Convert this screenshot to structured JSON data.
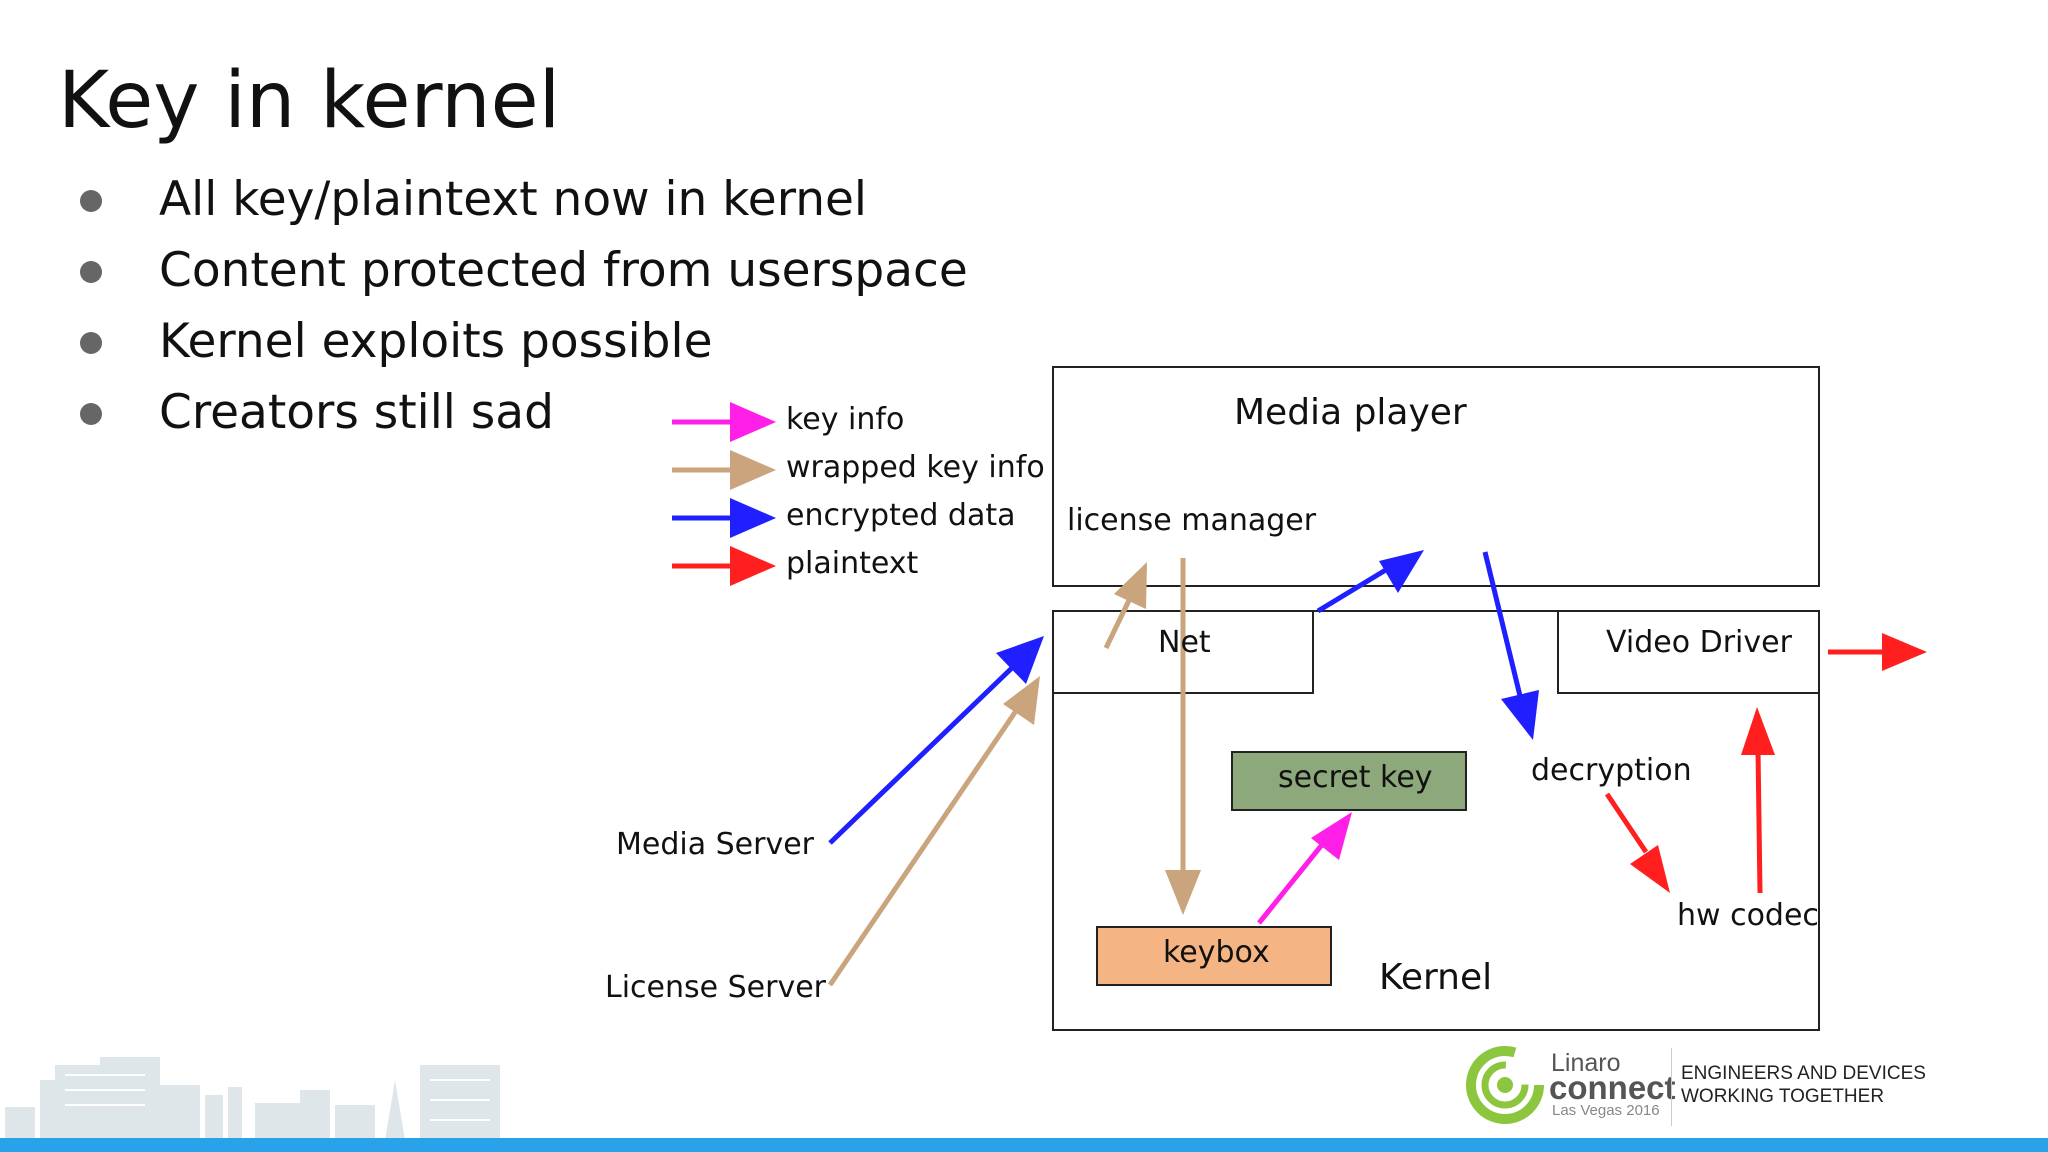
{
  "slide": {
    "title": "Key in kernel",
    "bullets": [
      "All key/plaintext now in kernel",
      "Content protected from userspace",
      "Kernel exploits possible",
      "Creators still sad"
    ]
  },
  "legend": [
    {
      "label": "key info",
      "color": "#ff1fe6"
    },
    {
      "label": "wrapped key info",
      "color": "#c9a47c"
    },
    {
      "label": "encrypted data",
      "color": "#1f1fff"
    },
    {
      "label": "plaintext",
      "color": "#ff1f1f"
    }
  ],
  "diagram": {
    "media_player": "Media player",
    "license_manager": "license manager",
    "net": "Net",
    "video_driver": "Video Driver",
    "secret_key": "secret key",
    "keybox": "keybox",
    "kernel": "Kernel",
    "decryption": "decryption",
    "hw_codec": "hw codec",
    "media_server": "Media Server",
    "license_server": "License Server",
    "colors": {
      "secret_key_fill": "#8da87a",
      "keybox_fill": "#f4b483"
    }
  },
  "branding": {
    "linaro": "Linaro",
    "connect": "connect",
    "event": "Las Vegas 2016",
    "tagline_1": "ENGINEERS AND DEVICES",
    "tagline_2": "WORKING TOGETHER",
    "accent": "#29a2ea",
    "logo_green": "#8cc63f"
  }
}
